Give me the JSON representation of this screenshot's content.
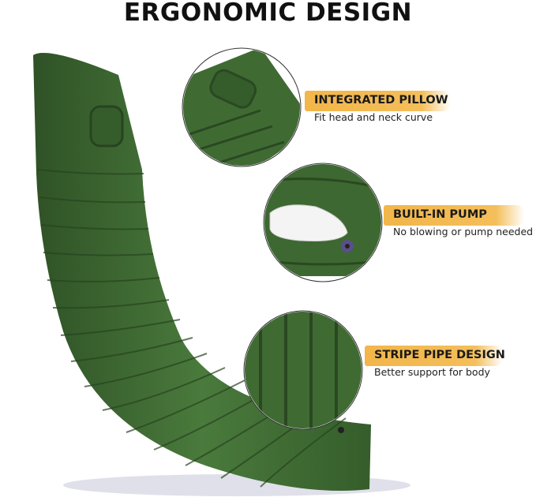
{
  "title": "ERGONOMIC DESIGN",
  "features": [
    {
      "title": "INTEGRATED PILLOW",
      "subtitle": "Fit head and neck curve"
    },
    {
      "title": "BUILT-IN PUMP",
      "subtitle": "No blowing or pump needed"
    },
    {
      "title": "STRIPE PIPE DESIGN",
      "subtitle": "Better support for body"
    }
  ],
  "colors": {
    "mat": "#3f6a33",
    "mat_dark": "#2c4d24",
    "accent": "#f2b64a",
    "valve": "#5a4f8a"
  }
}
